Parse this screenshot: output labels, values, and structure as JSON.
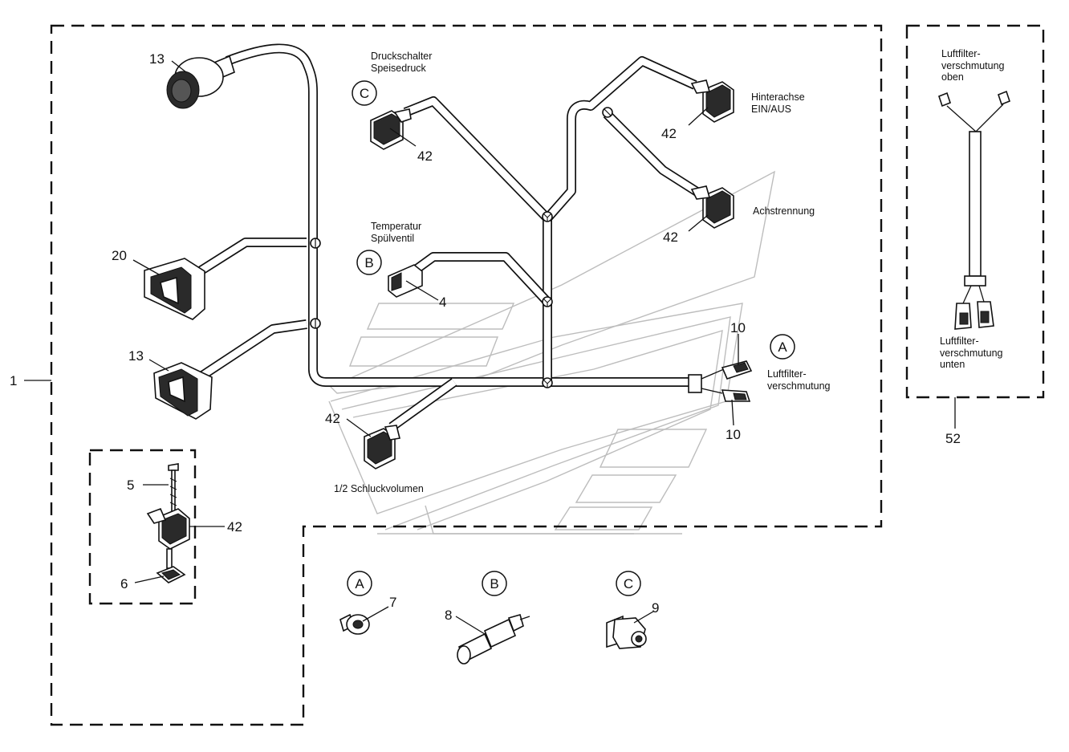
{
  "labels": {
    "druckschalter": [
      "Druckschalter",
      "Speisedruck"
    ],
    "temperatur": [
      "Temperatur",
      "Spülventil"
    ],
    "hinterachse": [
      "Hinterachse",
      "EIN/AUS"
    ],
    "achstrennung": "Achstrennung",
    "luftfilter_main": [
      "Luftfilter-",
      "verschmutung"
    ],
    "schluckvolumen": "1/2 Schluckvolumen",
    "luftfilter_oben": [
      "Luftfilter-",
      "verschmutung",
      "oben"
    ],
    "luftfilter_unten": [
      "Luftfilter-",
      "verschmutung",
      "unten"
    ]
  },
  "refs": {
    "r1": "1",
    "r13a": "13",
    "r13b": "13",
    "r20": "20",
    "r42a": "42",
    "r42b": "42",
    "r42c": "42",
    "r42d": "42",
    "r42e": "42",
    "r4": "4",
    "r10a": "10",
    "r10b": "10",
    "r5": "5",
    "r6": "6",
    "r7": "7",
    "r8": "8",
    "r9": "9",
    "r52": "52"
  },
  "callouts": {
    "c_druck": "C",
    "c_temp": "B",
    "c_luft": "A",
    "c_bottom_a": "A",
    "c_bottom_b": "B",
    "c_bottom_c": "C"
  }
}
